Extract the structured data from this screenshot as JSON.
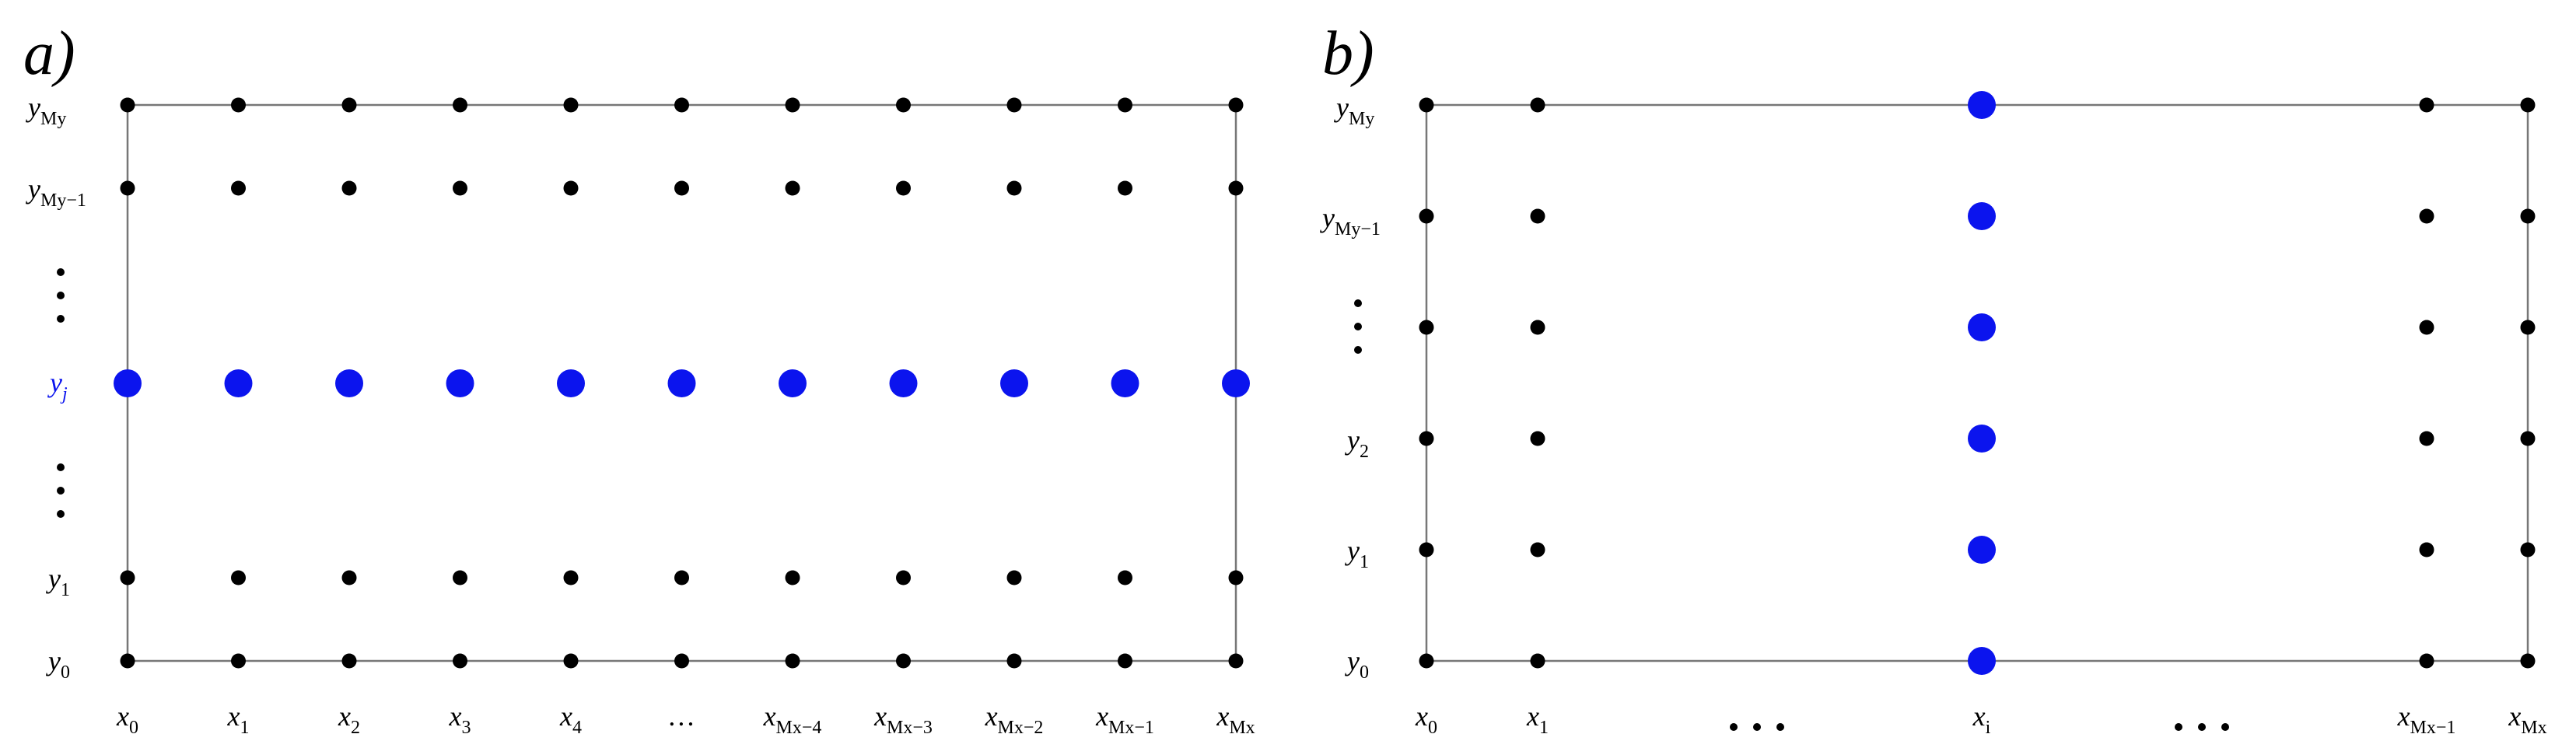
{
  "colors": {
    "highlight": "#0b14ee",
    "node": "#000000",
    "frame": "#777777"
  },
  "panel_a": {
    "tag": "a)",
    "x_labels": [
      {
        "base": "x",
        "sub": "0"
      },
      {
        "base": "x",
        "sub": "1"
      },
      {
        "base": "x",
        "sub": "2"
      },
      {
        "base": "x",
        "sub": "3"
      },
      {
        "base": "x",
        "sub": "4"
      },
      {
        "base": "…",
        "sub": ""
      },
      {
        "base": "x",
        "sub": "Mx−4"
      },
      {
        "base": "x",
        "sub": "Mx−3"
      },
      {
        "base": "x",
        "sub": "Mx−2"
      },
      {
        "base": "x",
        "sub": "Mx−1"
      },
      {
        "base": "x",
        "sub": "Mx"
      }
    ],
    "y_labels": [
      {
        "base": "y",
        "sub": "My"
      },
      {
        "base": "y",
        "sub": "My−1"
      },
      {
        "base": "y",
        "sub": "j",
        "highlight": true
      },
      {
        "base": "y",
        "sub": "1"
      },
      {
        "base": "y",
        "sub": "0"
      }
    ],
    "highlighted_row": "y_j"
  },
  "panel_b": {
    "tag": "b)",
    "x_labels": [
      {
        "base": "x",
        "sub": "0"
      },
      {
        "base": "x",
        "sub": "1"
      },
      {
        "base": "x",
        "sub": "i",
        "highlight": true
      },
      {
        "base": "x",
        "sub": "Mx−1"
      },
      {
        "base": "x",
        "sub": "Mx"
      }
    ],
    "y_labels": [
      {
        "base": "y",
        "sub": "My"
      },
      {
        "base": "y",
        "sub": "My−1"
      },
      {
        "base": "y",
        "sub": "2"
      },
      {
        "base": "y",
        "sub": "1"
      },
      {
        "base": "y",
        "sub": "0"
      }
    ],
    "highlighted_column": "x_i"
  }
}
